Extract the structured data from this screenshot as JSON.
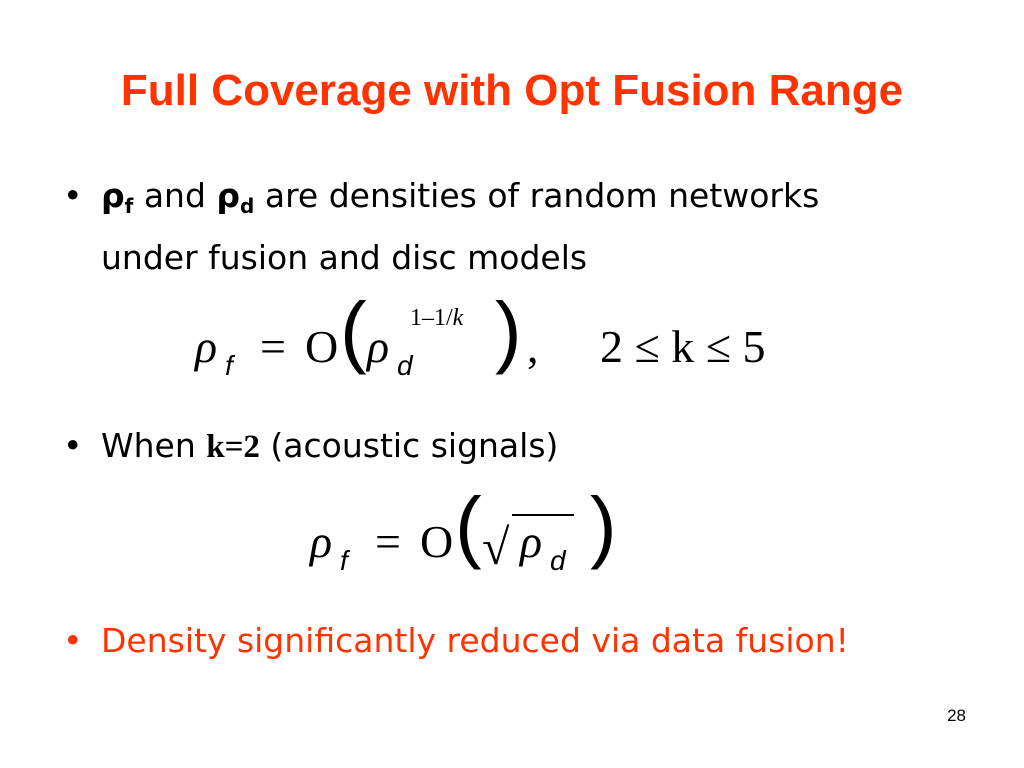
{
  "slide": {
    "title": "Full Coverage with Opt Fusion Range",
    "page_number": "28"
  },
  "bullets": [
    {
      "marker": "•",
      "rho": "ρ",
      "sub_f": "f",
      "and": " and ",
      "sub_d": "d",
      "line1_rest": " are densities of random networks",
      "line2": "under fusion and disc models"
    },
    {
      "marker": "•",
      "prefix": "When ",
      "k_eq": "k=2",
      "suffix": " (acoustic signals)"
    },
    {
      "marker": "•",
      "text": "Density significantly reduced via data fusion!"
    }
  ],
  "equation1": {
    "rho": "ρ",
    "sub_f": "f",
    "equals": "=",
    "O": "O",
    "sub_d": "d",
    "exponent": "1–1/",
    "exponent_k": "k",
    "comma": ",",
    "range": "2 ≤ k ≤ 5"
  },
  "equation2": {
    "rho": "ρ",
    "sub_f": "f",
    "equals": "=",
    "O": "O",
    "sqrt": "√",
    "sub_d": "d"
  },
  "colors": {
    "accent": "#ff3300",
    "text": "#000000",
    "background": "#ffffff"
  }
}
